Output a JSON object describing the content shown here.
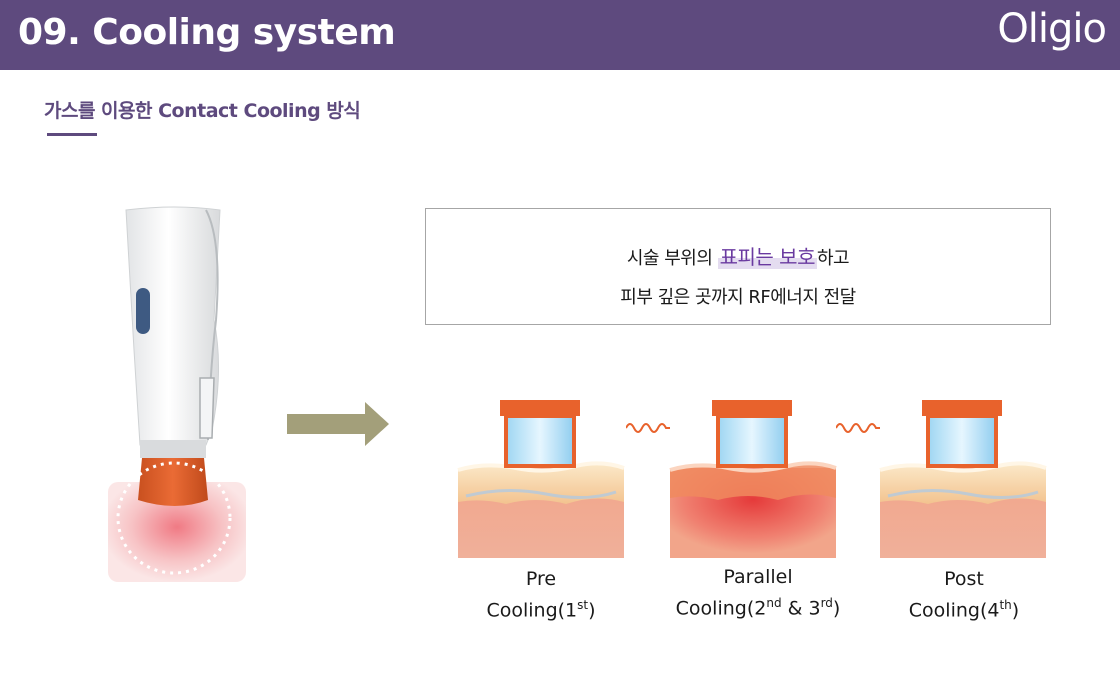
{
  "header": {
    "title": "09. Cooling system",
    "brand": "Oligio"
  },
  "subtitle": "가스를 이용한 Contact Cooling 방식",
  "info": {
    "line1_before": "시술 부위의 ",
    "line1_highlight": "표피는 보호",
    "line1_after": "하고",
    "line2": "피부 깊은 곳까지 RF에너지 전달"
  },
  "stages": [
    {
      "line1": "Pre",
      "line2_prefix": "Cooling(1",
      "sup": "st",
      "suffix": ")"
    },
    {
      "line1": "Parallel",
      "line2_prefix": "Cooling(2",
      "sup": "nd",
      "mid": " & 3",
      "sup2": "rd",
      "suffix": ")"
    },
    {
      "line1": "Post",
      "line2_prefix": "Cooling(4",
      "sup": "th",
      "suffix": ")"
    }
  ],
  "colors": {
    "header_bg": "#5e4a7e",
    "accent_purple": "#6a3aa0",
    "cooling_tip": "#e8622c",
    "arrow": "#a39f7a"
  }
}
